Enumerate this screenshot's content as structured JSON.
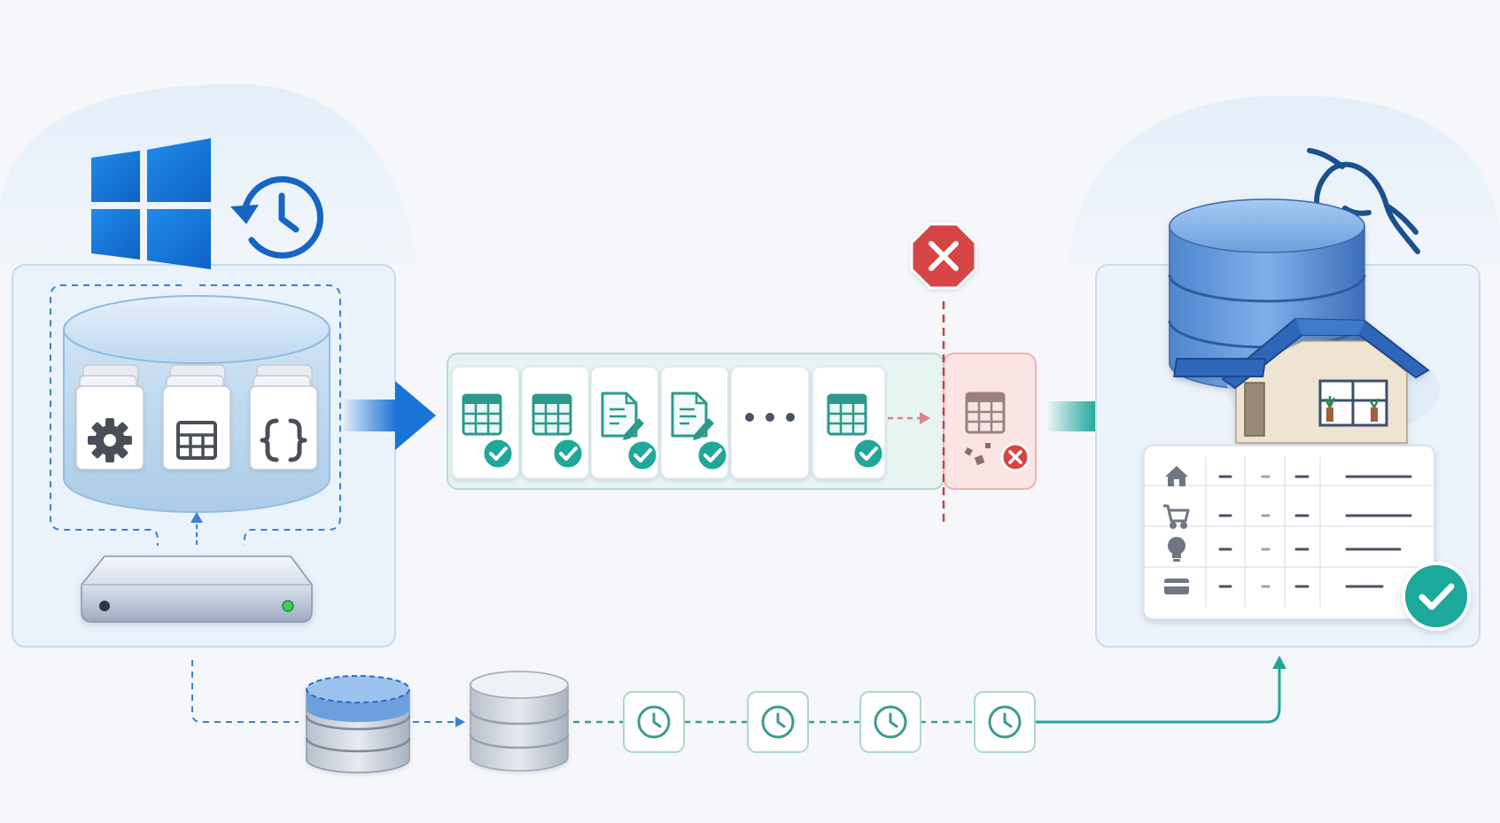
{
  "colors": {
    "background": "#f5f7fa",
    "windows_blue": "#1478d4",
    "success_teal": "#1fa89a",
    "error_red": "#d64545",
    "db_blue": "#4a86d6",
    "panel_border": "#c9ddf1"
  },
  "source": {
    "os_icon": "windows-logo-icon",
    "history_icon": "clock-history-icon",
    "storage_icon": "database-cylinder-icon",
    "file_icons": [
      "settings-file-icon",
      "table-file-icon",
      "json-file-icon"
    ],
    "drive_icon": "hard-drive-icon"
  },
  "pipeline": {
    "steps": [
      {
        "icon": "table-icon",
        "status": "success"
      },
      {
        "icon": "table-icon",
        "status": "success"
      },
      {
        "icon": "document-edit-icon",
        "status": "success"
      },
      {
        "icon": "document-edit-icon",
        "status": "success"
      },
      {
        "icon": "ellipsis-icon",
        "status": "none"
      },
      {
        "icon": "table-icon",
        "status": "success"
      }
    ],
    "failed_step": {
      "icon": "table-icon",
      "status": "error"
    },
    "stop_icon": "stop-sign-icon"
  },
  "target": {
    "db_icon": "mysql-dolphin-icon",
    "home_icon": "house-icon",
    "rows": [
      "house-icon",
      "cart-icon",
      "lightbulb-icon",
      "credit-card-icon"
    ],
    "status_icon": "checkmark-icon"
  },
  "timeline": {
    "backup_icons": [
      "database-stack-icon",
      "database-stack-icon"
    ],
    "checkpoints": 4
  }
}
